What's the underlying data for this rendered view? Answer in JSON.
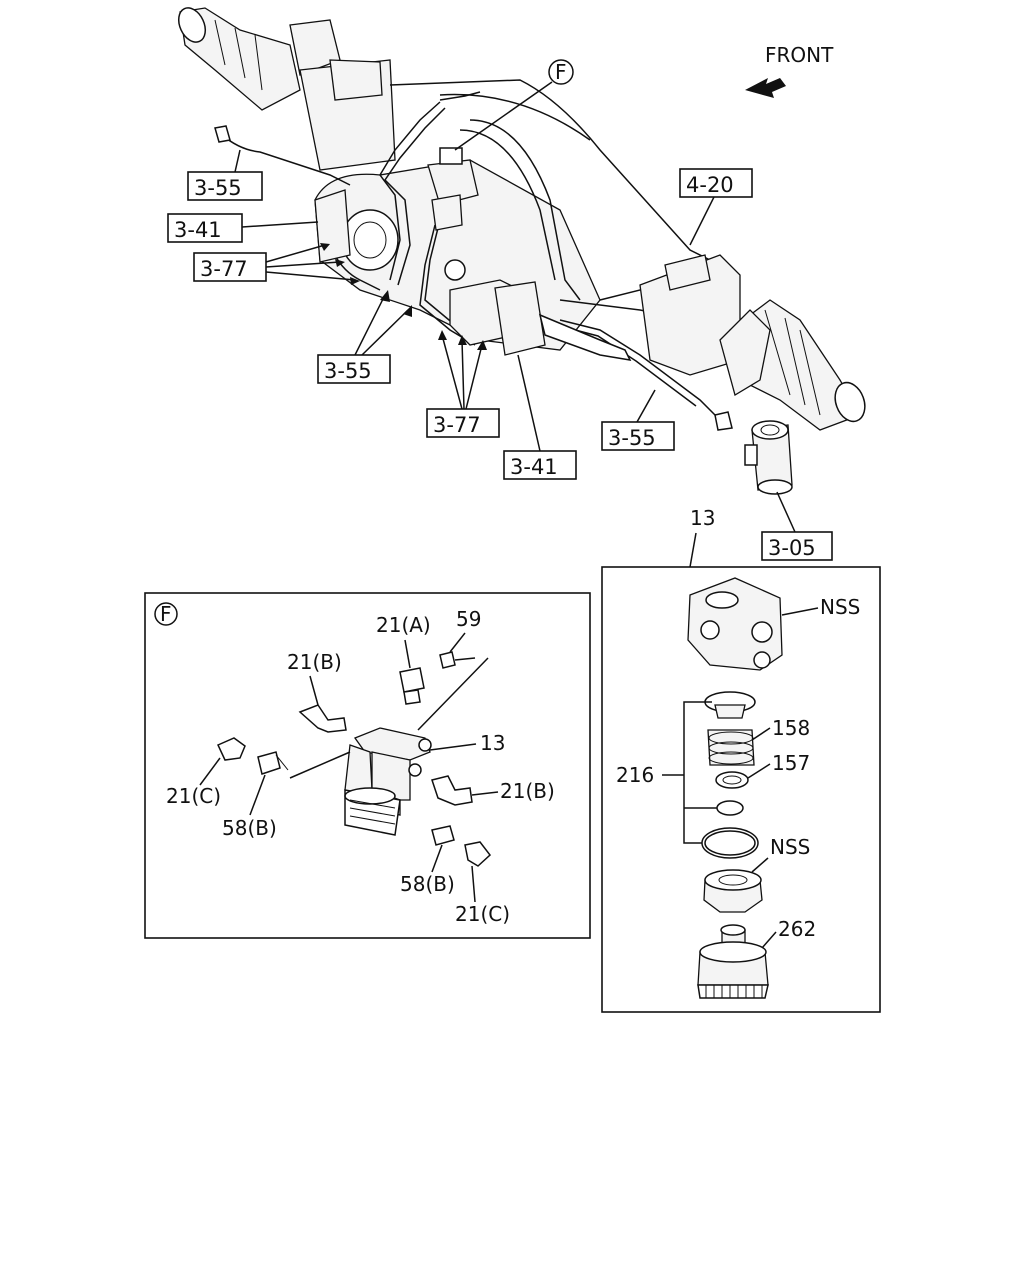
{
  "front_label": "FRONT",
  "main_callouts": {
    "c355a": "3-55",
    "c341a": "3-41",
    "c377a": "3-77",
    "c355b": "3-55",
    "c377b": "3-77",
    "c341b": "3-41",
    "c355c": "3-55",
    "c420": "4-20",
    "c305": "3-05",
    "f_marker": "F"
  },
  "detail_f": {
    "marker": "F",
    "l21a": "21(A)",
    "l59": "59",
    "l21b_top": "21(B)",
    "l13": "13",
    "l21c_left": "21(C)",
    "l58b_left": "58(B)",
    "l21b_right": "21(B)",
    "l58b_bottom": "58(B)",
    "l21c_bottom": "21(C)"
  },
  "detail_13": {
    "title": "13",
    "nss_top": "NSS",
    "p158": "158",
    "p157": "157",
    "p216": "216",
    "nss_mid": "NSS",
    "p262": "262"
  }
}
